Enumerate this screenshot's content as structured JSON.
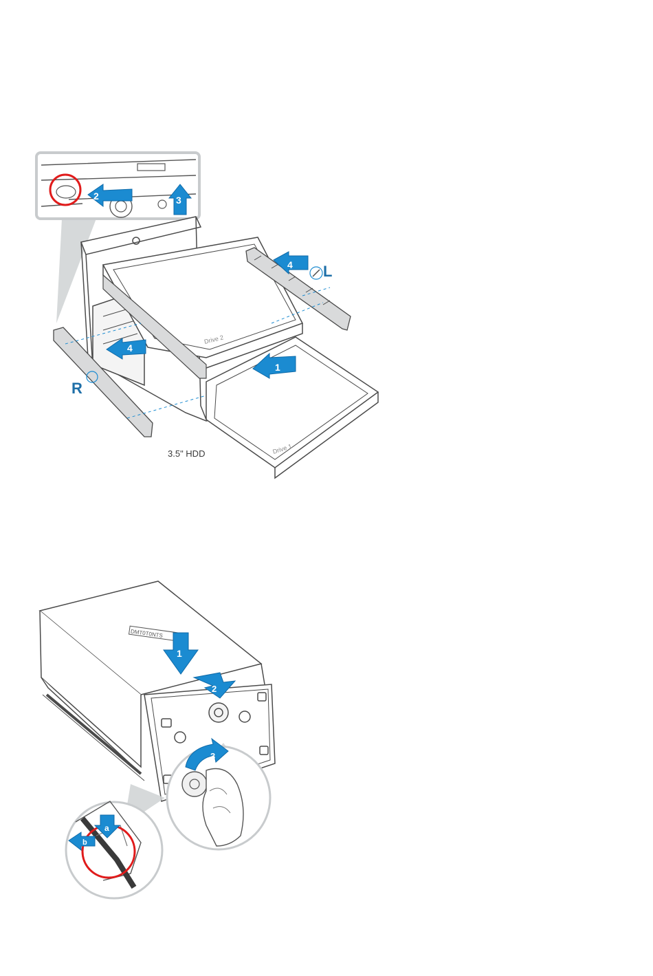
{
  "figure_top": {
    "caption": "3.5\" HDD",
    "left_tag": "L",
    "right_tag": "R",
    "drive_label_upper": "Drive 2",
    "drive_label_lower": "Drive 1",
    "steps": [
      "1",
      "2",
      "3",
      "4",
      "4"
    ]
  },
  "figure_bottom": {
    "brand_text": "DMT0T0NTS",
    "steps": [
      "1",
      "2",
      "3"
    ],
    "sub_steps": [
      "a",
      "b"
    ]
  },
  "colors": {
    "arrow": "#1b8bd1",
    "arrow_dark": "#0f6aa8",
    "highlight_circle": "#e01b1b",
    "line": "#4a4a4a"
  }
}
